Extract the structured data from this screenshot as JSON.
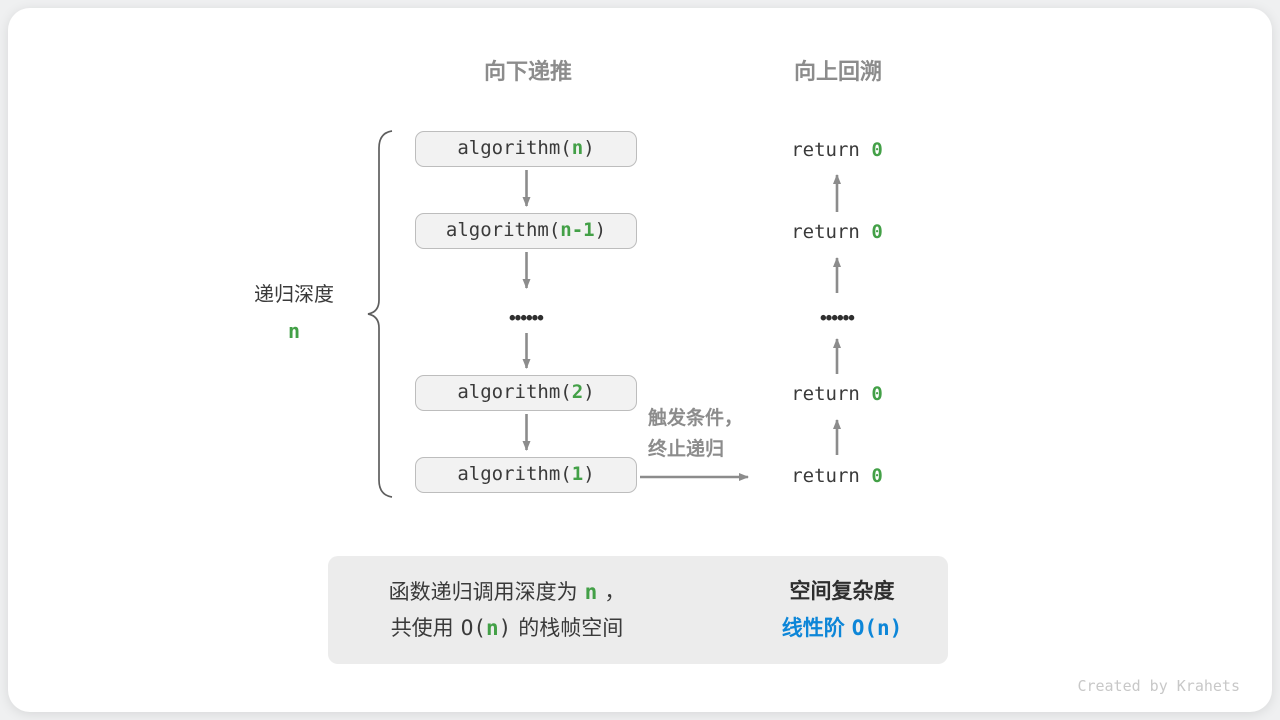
{
  "colors": {
    "accent_green": "#43a047",
    "accent_blue": "#0d86d8",
    "gray_text": "#8c8c8c",
    "dark_text": "#3a3a3a",
    "box_bg": "#f2f2f2",
    "box_border": "#bdbdbd",
    "summary_bg": "#ececec",
    "arrow_gray": "#8c8c8c"
  },
  "headers": {
    "downward": "向下递推",
    "upward": "向上回溯"
  },
  "depth_label": {
    "text": "递归深度",
    "value": "n"
  },
  "call_stack": [
    {
      "fn": "algorithm(",
      "arg": "n",
      "close": ")"
    },
    {
      "fn": "algorithm(",
      "arg": "n-1",
      "close": ")"
    },
    {
      "fn": "algorithm(",
      "arg": "2",
      "close": ")"
    },
    {
      "fn": "algorithm(",
      "arg": "1",
      "close": ")"
    }
  ],
  "returns": [
    {
      "kw": "return",
      "val": "0"
    },
    {
      "kw": "return",
      "val": "0"
    },
    {
      "kw": "return",
      "val": "0"
    },
    {
      "kw": "return",
      "val": "0"
    }
  ],
  "ellipsis": "••••••",
  "trigger": {
    "line1": "触发条件，",
    "line2": "终止递归"
  },
  "summary": {
    "line1_pre": "函数递归调用深度为",
    "line1_n": "n",
    "line1_post": "，",
    "line2_pre": "共使用",
    "line2_o_open": "O(",
    "line2_n": "n",
    "line2_o_close": ")",
    "line2_post": "的栈帧空间",
    "right_title": "空间复杂度",
    "right_label": "线性阶",
    "right_big_o": "O(n)"
  },
  "credit": "Created by Krahets"
}
